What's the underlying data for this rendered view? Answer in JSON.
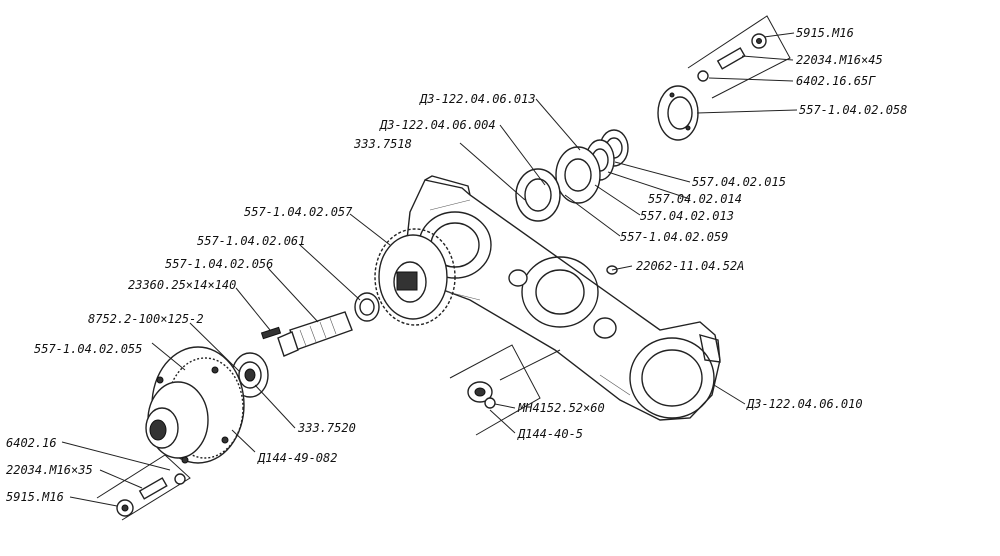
{
  "labels": {
    "nut_top": "5915.М16",
    "bolt_top": "22034.М16×45",
    "washer_top": "6402.16.65Г",
    "cover_flange": "557-1.04.02.058",
    "part_013": "Д3-122.04.06.013",
    "part_004": "Д3-122.04.06.004",
    "bearing_upper": "333.7518",
    "part_015": "557.04.02.015",
    "part_014": "557.04.02.014",
    "part_013b": "557.04.02.013",
    "part_059": "557-1.04.02.059",
    "part_52a": "22062-11.04.52А",
    "part_057": "557-1.04.02.057",
    "part_061": "557-1.04.02.061",
    "part_056": "557-1.04.02.056",
    "key": "23360.25×14×140",
    "cuff": "8752.2-100×125-2",
    "part_055": "557-1.04.02.055",
    "washer_bottom": "6402.16",
    "bolt_bottom": "22034.М16×35",
    "nut_bottom": "5915.М16",
    "bearing_lower": "333.7520",
    "seal_lower": "Д144-49-082",
    "plug": "МН4152.52×60",
    "plug_washer": "Д144-40-5",
    "housing": "Д3-122.04.06.010"
  },
  "colors": {
    "line": "#222222",
    "background": "#ffffff"
  }
}
